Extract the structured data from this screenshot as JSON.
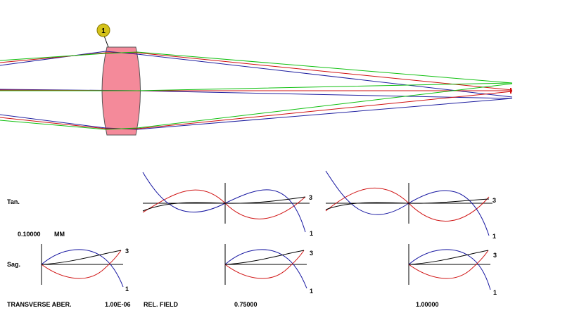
{
  "layout_view": {
    "element_label": "1",
    "lens_color": "#f48a9a",
    "ray_colors": {
      "blue": "#1f1fa0",
      "red": "#d01010",
      "green": "#10c010"
    }
  },
  "aberration_plot": {
    "row_labels": {
      "tangential": "Tan.",
      "sagittal": "Sag."
    },
    "scale": "0.10000",
    "scale_unit": "MM",
    "curve_labels": {
      "primary": "1",
      "secondary": "3"
    },
    "footer": {
      "title": "TRANSVERSE ABER.",
      "min_value": "1.00E-06",
      "field_label": "REL. FIELD",
      "fields": [
        "0.75000",
        "1.00000"
      ]
    },
    "curve_colors": {
      "blue": "#1414a0",
      "red": "#d01414",
      "black": "#000000"
    }
  }
}
